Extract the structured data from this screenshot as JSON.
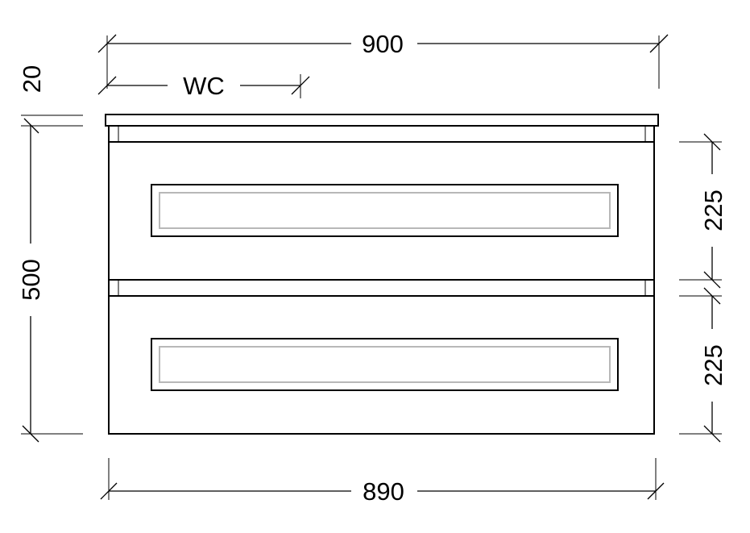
{
  "dimensions": {
    "top_width": "900",
    "wc": "WC",
    "top_thickness": "20",
    "height": "500",
    "drawer_top": "225",
    "drawer_bottom": "225",
    "bottom_width": "890"
  }
}
